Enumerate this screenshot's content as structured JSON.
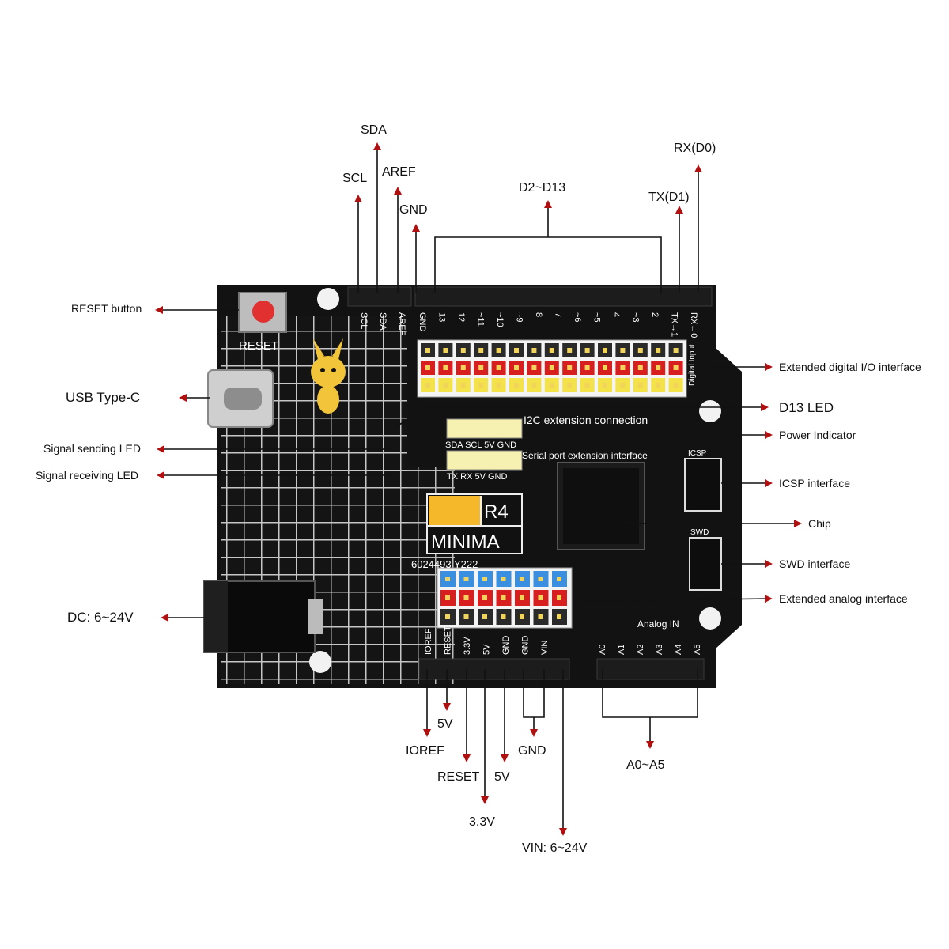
{
  "board": {
    "silk_reset": "RESET",
    "model_badge": "R4",
    "model_name": "MINIMA",
    "serial_code": "6024493 Y222",
    "silk_i2c_header": "SDA SCL 5V GND",
    "silk_serial_header": "TX RX 5V GND",
    "silk_digital": "Digital Input",
    "silk_analog": "Analog IN",
    "silk_icsp": "ICSP",
    "silk_swd": "SWD",
    "digital_pin_labels": [
      "GND",
      "13",
      "12",
      "~11",
      "~10",
      "~9",
      "8",
      "7",
      "~6",
      "~5",
      "4",
      "~3",
      "2",
      "TX→1",
      "RX←0"
    ],
    "digital_left_pins": [
      "SCL",
      "SDA",
      "AREF"
    ],
    "power_pin_labels": [
      "IOREF",
      "RESET",
      "3.3V",
      "5V",
      "GND",
      "GND",
      "VIN"
    ],
    "analog_pin_labels": [
      "A0",
      "A1",
      "A2",
      "A3",
      "A4",
      "A5"
    ]
  },
  "callouts": {
    "reset_button": "RESET button",
    "usb_type_c": "USB Type-C",
    "signal_sending_led": "Signal sending LED",
    "signal_receiving_led": "Signal receiving LED",
    "dc_input": "DC: 6~24V",
    "extended_digital_io": "Extended digital I/O interface",
    "d13_led": "D13 LED",
    "power_indicator": "Power Indicator",
    "icsp_interface": "ICSP interface",
    "chip": "Chip",
    "swd_interface": "SWD interface",
    "extended_analog": "Extended analog interface",
    "i2c_extension": "I2C extension connection",
    "serial_extension": "Serial port extension interface",
    "top_sda": "SDA",
    "top_scl": "SCL",
    "top_aref": "AREF",
    "top_gnd": "GND",
    "top_d2_d13": "D2~D13",
    "top_tx": "TX(D1)",
    "top_rx": "RX(D0)",
    "bottom_ioref": "IOREF",
    "bottom_5v_a": "5V",
    "bottom_reset": "RESET",
    "bottom_3v3": "3.3V",
    "bottom_5v_b": "5V",
    "bottom_gnd": "GND",
    "bottom_vin": "VIN: 6~24V",
    "bottom_a0_a5": "A0~A5"
  },
  "colors": {
    "board": "#121212",
    "grid": "#d8d8d8",
    "arrow": "#b01010",
    "header_red": "#d81f1f",
    "header_yellow": "#f3e24a",
    "header_blue": "#3a8fe0",
    "header_black": "#2a2a2a",
    "badge_yellow": "#f5b82a"
  }
}
